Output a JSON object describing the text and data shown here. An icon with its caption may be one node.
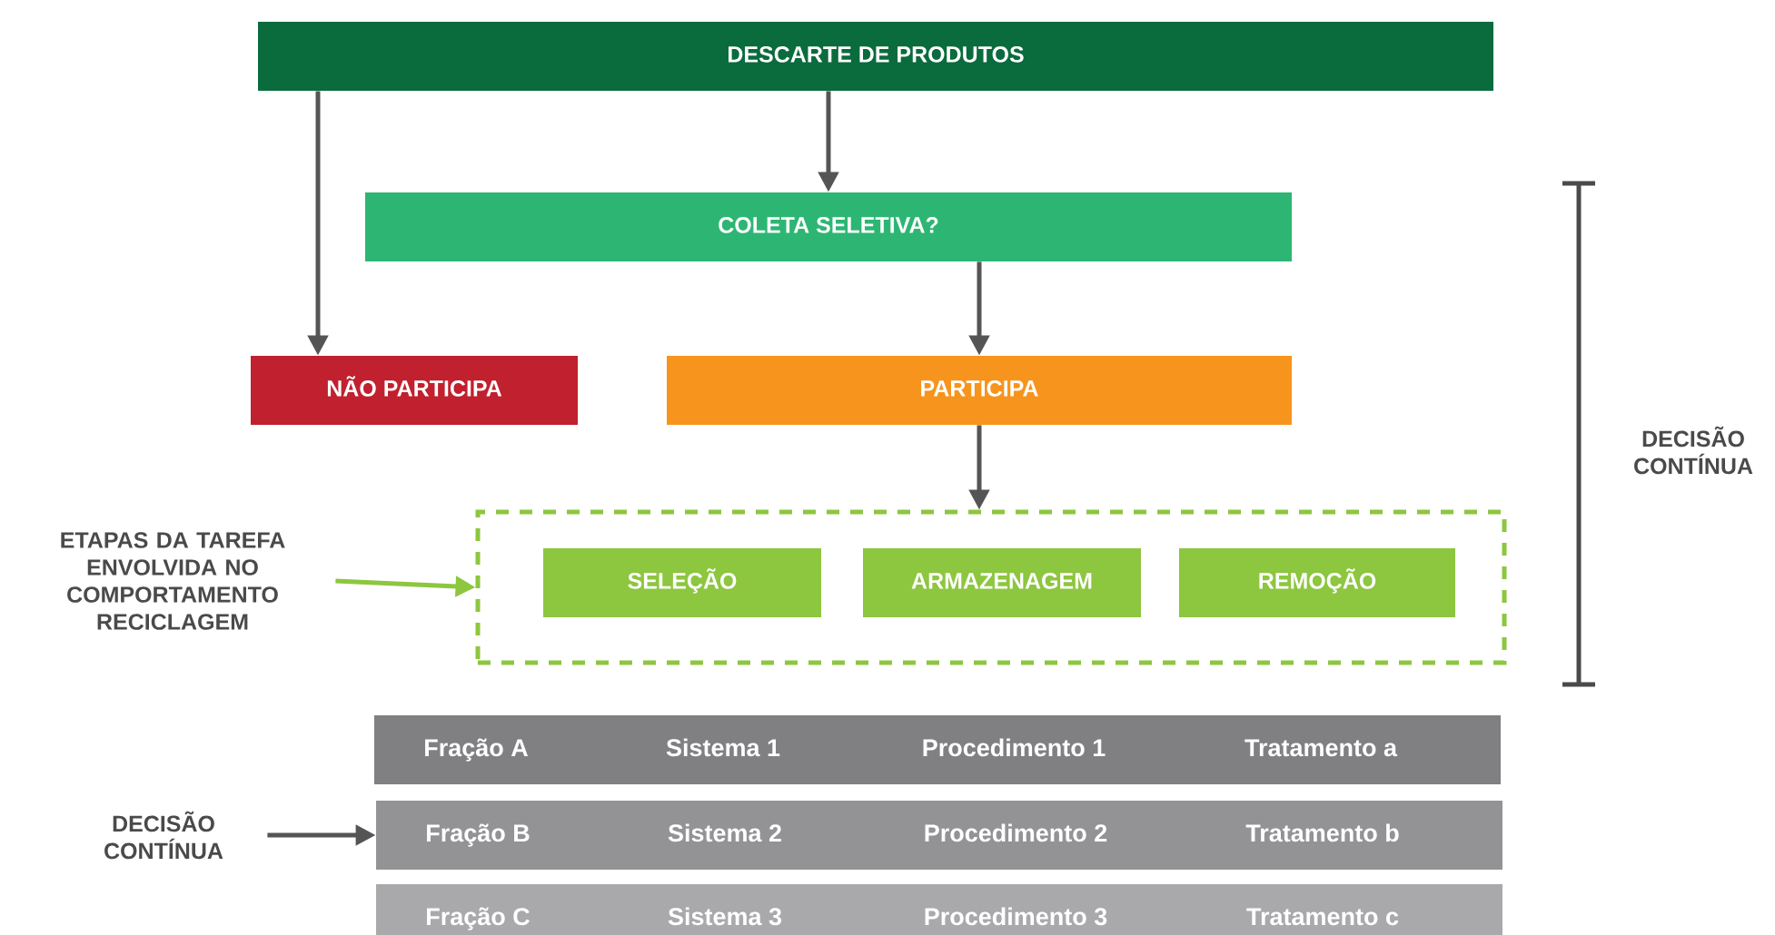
{
  "diagram": {
    "nodes": [
      {
        "text": [
          "DESCARTE DE PRODUTOS"
        ]
      },
      {
        "text": [
          "COLETA SELETIVA?"
        ]
      },
      {
        "text": [
          "NÃO PARTICIPA"
        ]
      },
      {
        "text": [
          "PARTICIPA"
        ]
      },
      {
        "text": [],
        "shape": "box"
      },
      {
        "text": [
          "SELEÇÃO"
        ],
        "in": 4
      },
      {
        "text": [
          "ARMAZENAGEM"
        ],
        "in": 4
      },
      {
        "text": [
          "REMOÇÃO"
        ],
        "in": 4
      },
      {
        "text": [
          "ETAPAS DA TAREFA ENVOLVIDA NO COMPORTAMENTO RECICLAGEM"
        ]
      },
      {
        "text": [
          "Fração A",
          "Sistema 1",
          "Procedimento 1",
          "Tratamento a"
        ]
      },
      {
        "text": [
          "Fração B",
          "Sistema 2",
          "Procedimento 2",
          "Tratamento b"
        ]
      },
      {
        "text": [
          "Fração C",
          "Sistema 3",
          "Procedimento 3",
          "Tratamento c"
        ]
      },
      {
        "text": [
          "DECISÃO CONTÍNUA"
        ]
      }
    ],
    "edges": [
      {
        "from": 0,
        "to": 2,
        "arrow": "to"
      },
      {
        "from": 0,
        "to": 1,
        "arrow": "to"
      },
      {
        "from": 1,
        "to": 3,
        "arrow": "to"
      },
      {
        "from": 3,
        "to": 4,
        "arrow": "to"
      },
      {
        "from": 8,
        "to": 4,
        "arrow": "to",
        "color": "#8dc63f"
      },
      {
        "from": 12,
        "to": 10,
        "arrow": "to"
      }
    ],
    "labels": [
      "DECISÃO CONTÍNUA"
    ]
  }
}
